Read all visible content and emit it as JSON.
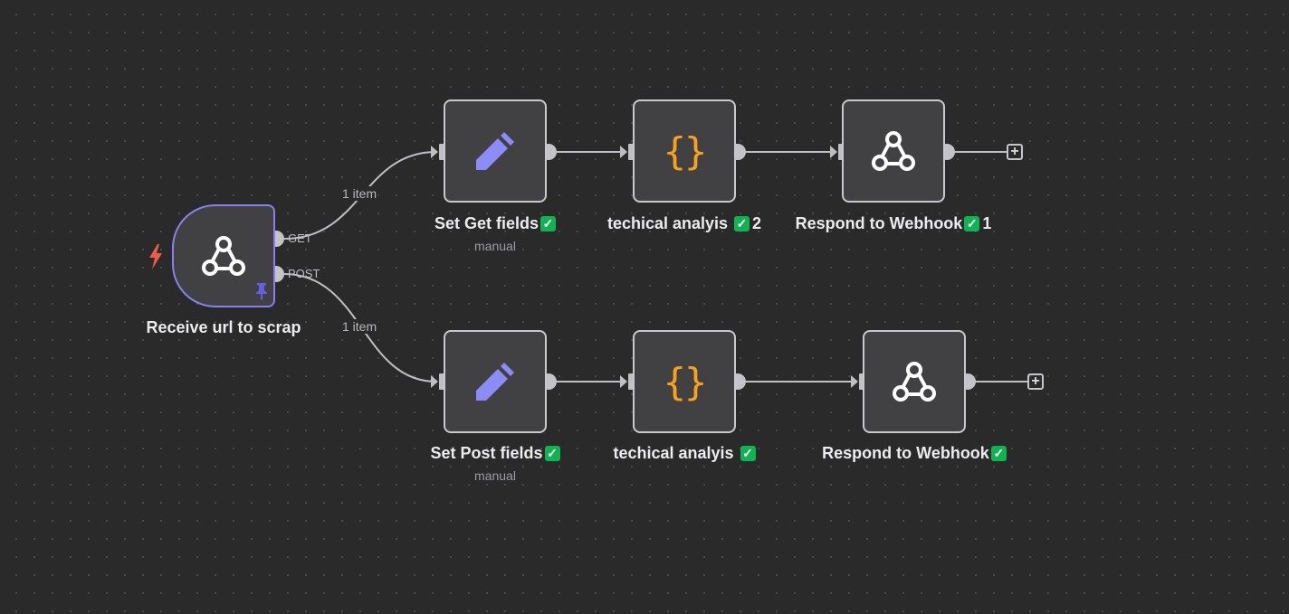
{
  "nodes": {
    "trigger": {
      "title": "Receive url to scrap",
      "icon": "webhook-icon",
      "outputs": [
        "GET",
        "POST"
      ]
    },
    "set_get": {
      "title": "Set Get fields",
      "subtitle": "manual",
      "icon": "pencil-icon"
    },
    "code_get": {
      "title": "techical analyis ",
      "count": "2",
      "icon": "code-braces-icon"
    },
    "respond_get": {
      "title": "Respond to Webhook",
      "count": "1",
      "icon": "webhook-icon"
    },
    "set_post": {
      "title": "Set Post fields",
      "subtitle": "manual",
      "icon": "pencil-icon"
    },
    "code_post": {
      "title": "techical analyis ",
      "icon": "code-braces-icon"
    },
    "respond_post": {
      "title": "Respond to Webhook",
      "icon": "webhook-icon"
    }
  },
  "edges": {
    "get_label": "1 item",
    "post_label": "1 item"
  },
  "icons": {
    "check": "✓",
    "add": "+",
    "braces": "{}"
  },
  "colors": {
    "canvas": "#2a2a2b",
    "node_bg": "#414144",
    "node_border": "#c9c9cd",
    "trigger_border": "#8b7ff0",
    "pencil": "#8b8cf5",
    "braces": "#f7a21b",
    "success": "#0fb351",
    "bolt": "#f05a4a",
    "pin": "#6b5ce0"
  }
}
